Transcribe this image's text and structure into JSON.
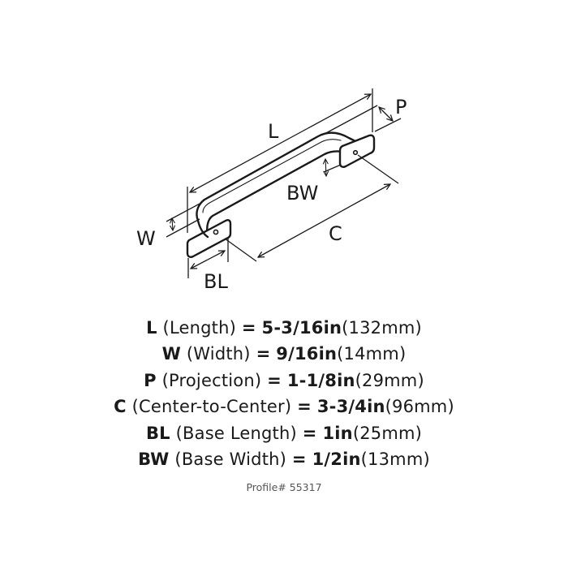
{
  "diagram": {
    "subject": "cabinet pull handle",
    "labels": {
      "L": "L",
      "P": "P",
      "BW": "BW",
      "C": "C",
      "W": "W",
      "BL": "BL"
    }
  },
  "specs": [
    {
      "code": "L",
      "name": "(Length)",
      "eq": "=",
      "inch": "5-3/16in",
      "mm": "(132mm)"
    },
    {
      "code": "W",
      "name": "(Width)",
      "eq": "=",
      "inch": "9/16in",
      "mm": "(14mm)"
    },
    {
      "code": "P",
      "name": "(Projection)",
      "eq": "=",
      "inch": "1-1/8in",
      "mm": "(29mm)"
    },
    {
      "code": "C",
      "name": "(Center-to-Center)",
      "eq": "=",
      "inch": "3-3/4in",
      "mm": "(96mm)"
    },
    {
      "code": "BL",
      "name": "(Base Length)",
      "eq": "=",
      "inch": "1in",
      "mm": "(25mm)"
    },
    {
      "code": "BW",
      "name": "(Base Width)",
      "eq": "=",
      "inch": "1/2in",
      "mm": "(13mm)"
    }
  ],
  "footer": {
    "profile": "Profile# 55317"
  },
  "colors": {
    "ink": "#1a1a1a",
    "footer_text": "#555555",
    "background": "#ffffff"
  }
}
